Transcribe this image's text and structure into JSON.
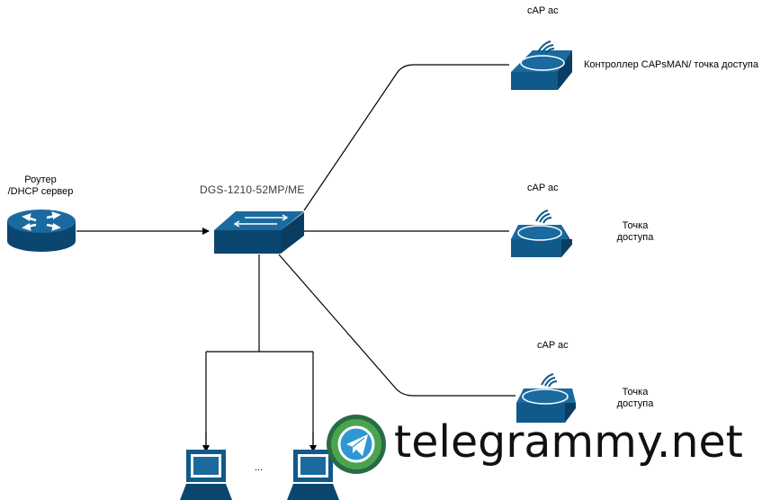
{
  "router": {
    "label_line1": "Роутер",
    "label_line2": "/DHCP сервер"
  },
  "switch": {
    "label": "DGS-1210-52MP/ME"
  },
  "access_points": [
    {
      "model": "cAP ac",
      "role": "Контроллер CAPsMAN/ точка доступа"
    },
    {
      "model": "cAP ac",
      "role_line1": "Точка",
      "role_line2": "доступа"
    },
    {
      "model": "cAP ac",
      "role_line1": "Точка",
      "role_line2": "доступа"
    }
  ],
  "pcs": {
    "ellipsis": "..."
  },
  "watermark": {
    "text": "telegrammy.net"
  },
  "colors": {
    "device_fill": "#0f5a8a",
    "device_dark": "#0b4670",
    "line": "#000000"
  }
}
